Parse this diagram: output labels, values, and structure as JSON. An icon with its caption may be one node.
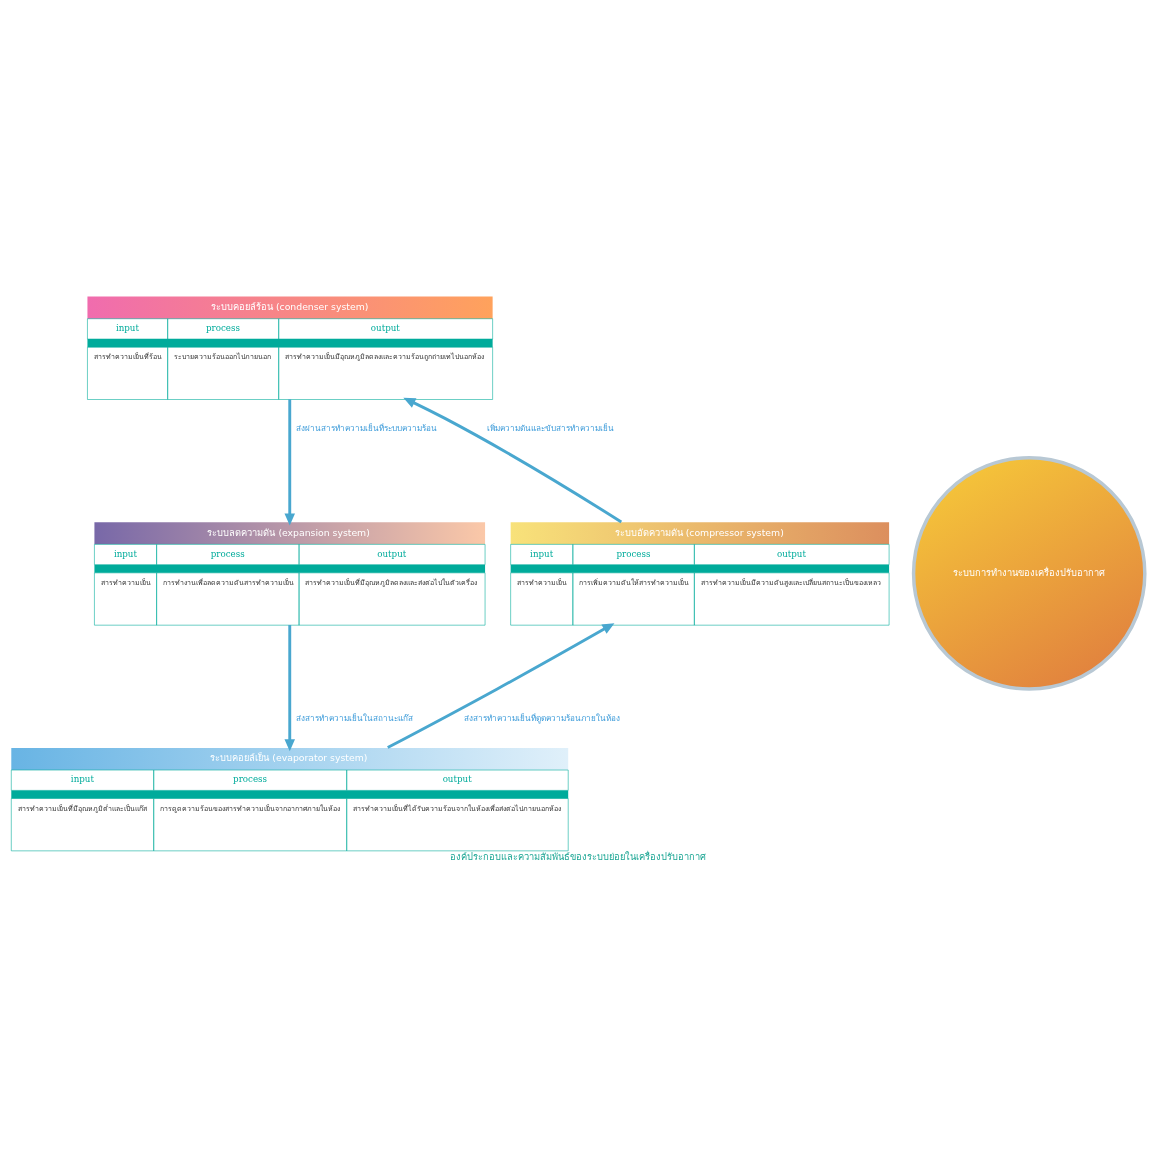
{
  "diagram": {
    "caption": "องค์ประกอบและความสัมพันธ์ของระบบย่อยในเครื่องปรับอากาศ",
    "nodes": [
      {
        "text": [
          "ระบบคอยล์ร้อน (condenser system)",
          "input",
          "process",
          "output",
          "สารทำความเย็นที่ร้อน",
          "ระบายความร้อนออกไปภายนอก",
          "สารทำความเย็นมีอุณหภูมิลดลงและความร้อนถูกถ่ายเทไปนอกห้อง"
        ]
      },
      {
        "text": [
          "ระบบอัดความดัน (compressor system)",
          "input",
          "process",
          "output",
          "สารทำความเย็น",
          "การเพิ่มความดันให้สารทำความเย็น",
          "สารทำความเย็นมีความดันสูงและเปลี่ยนสถานะเป็นของเหลว"
        ]
      },
      {
        "text": [
          "ระบบการทำงานของเครื่องปรับอากาศ"
        ]
      },
      {
        "text": [
          "ระบบลดความดัน (expansion system)",
          "input",
          "process",
          "output",
          "สารทำความเย็น",
          "การทำงานเพื่อลดความดันสารทำความเย็น",
          "สารทำความเย็นที่มีอุณหภูมิลดลงและส่งต่อไปในตัวเครื่อง"
        ]
      },
      {
        "text": [
          "ระบบคอยล์เย็น (evaporator system)",
          "input",
          "process",
          "output",
          "สารทำความเย็นที่มีอุณหภูมิต่ำและเป็นแก๊ส",
          "การดูดความร้อนของสารทำความเย็นจากอากาศภายในห้อง",
          "สารทำความเย็นที่ได้รับความร้อนจากในห้องเพื่อส่งต่อไปภายนอกห้อง"
        ]
      }
    ],
    "edges": [
      {
        "from": 1,
        "to": 0,
        "arrow": "to",
        "label": "เพิ่มความดันและขับสารทำความเย็น"
      },
      {
        "from": 0,
        "to": 3,
        "arrow": "to",
        "label": "ส่งผ่านสารทำความเย็นที่ระบบความร้อน"
      },
      {
        "from": 3,
        "to": 4,
        "arrow": "to",
        "label": "ส่งสารทำความเย็นในสถานะแก๊ส"
      },
      {
        "from": 4,
        "to": 1,
        "arrow": "to",
        "label": "ส่งสารทำความเย็นที่ดูดความร้อนภายในห้อง"
      }
    ]
  }
}
